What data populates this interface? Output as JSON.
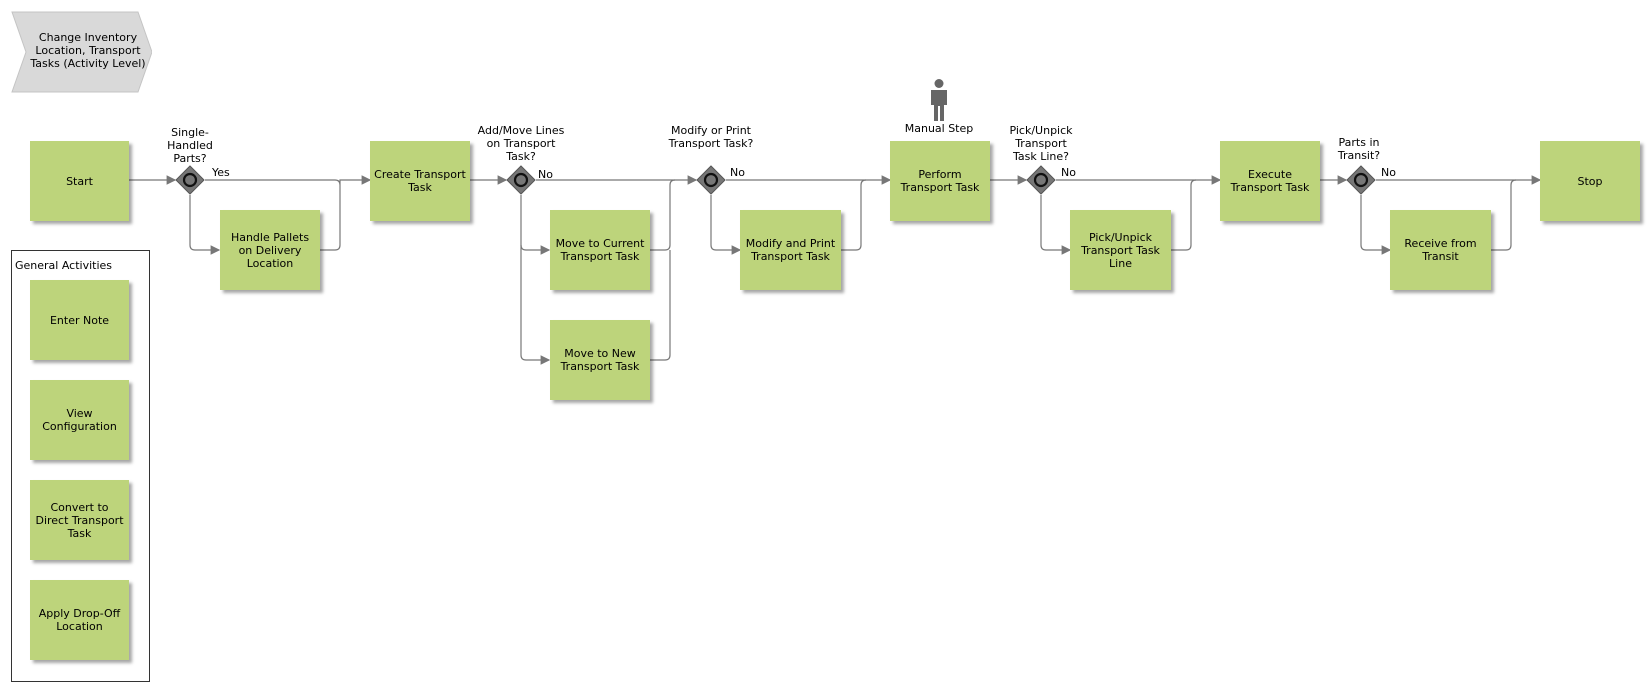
{
  "title": "Change Inventory Location, Transport Tasks (Activity Level)",
  "colors": {
    "task_fill": "#bdd47b",
    "gateway_fill": "#777777",
    "connector": "#777777",
    "title_fill": "#d9d9d9"
  },
  "nodes": {
    "start": "Start",
    "handle_pallets": "Handle Pallets on Delivery Location",
    "create_task": "Create Transport Task",
    "move_current": "Move to Current Transport Task",
    "move_new": "Move to New Transport Task",
    "modify_print": "Modify and Print Transport Task",
    "perform": "Perform Transport Task",
    "pick_unpick": "Pick/Unpick Transport Task Line",
    "execute": "Execute Transport Task",
    "receive": "Receive from Transit",
    "stop": "Stop"
  },
  "gateways": {
    "g1": {
      "question": "Single-Handled Parts?",
      "branch": "Yes"
    },
    "g2": {
      "question": "Add/Move Lines on Transport Task?",
      "branch": "No"
    },
    "g3": {
      "question": "Modify or Print Transport Task?",
      "branch": "No"
    },
    "g4": {
      "question": "Pick/Unpick Transport Task Line?",
      "branch": "No"
    },
    "g5": {
      "question": "Parts in Transit?",
      "branch": "No"
    }
  },
  "manual_step": {
    "label": "Manual Step",
    "icon": "person-icon"
  },
  "general": {
    "title": "General Activities",
    "items": [
      "Enter Note",
      "View Configuration",
      "Convert to Direct Transport Task",
      "Apply Drop-Off Location"
    ]
  }
}
